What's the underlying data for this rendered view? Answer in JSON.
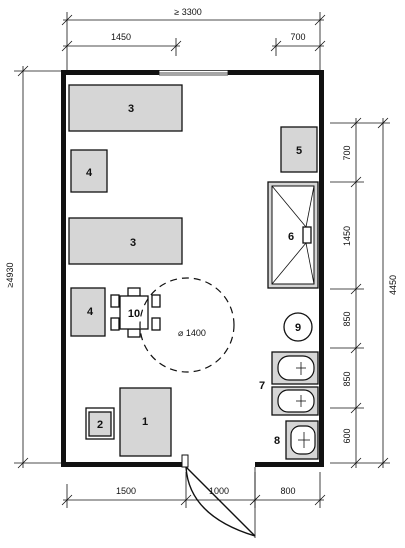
{
  "dimensions": {
    "total_width": "≥ 3300",
    "top_left": "1450",
    "top_right": "700",
    "left_height": "≥4930",
    "right_total": "4450",
    "right_segments": [
      "700",
      "1450",
      "850",
      "850",
      "600"
    ],
    "bottom_left": "1500",
    "door": "1000",
    "bottom_right": "800",
    "circle_diameter": "⌀ 1400"
  },
  "labels": {
    "bed_top": "3",
    "nightstand_top": "4",
    "bed_middle": "3",
    "nightstand_mid": "4",
    "table": "10",
    "wardrobe": "1",
    "chair": "2",
    "item5": "5",
    "shower": "6",
    "item7": "7",
    "item8": "8",
    "item9": "9"
  }
}
